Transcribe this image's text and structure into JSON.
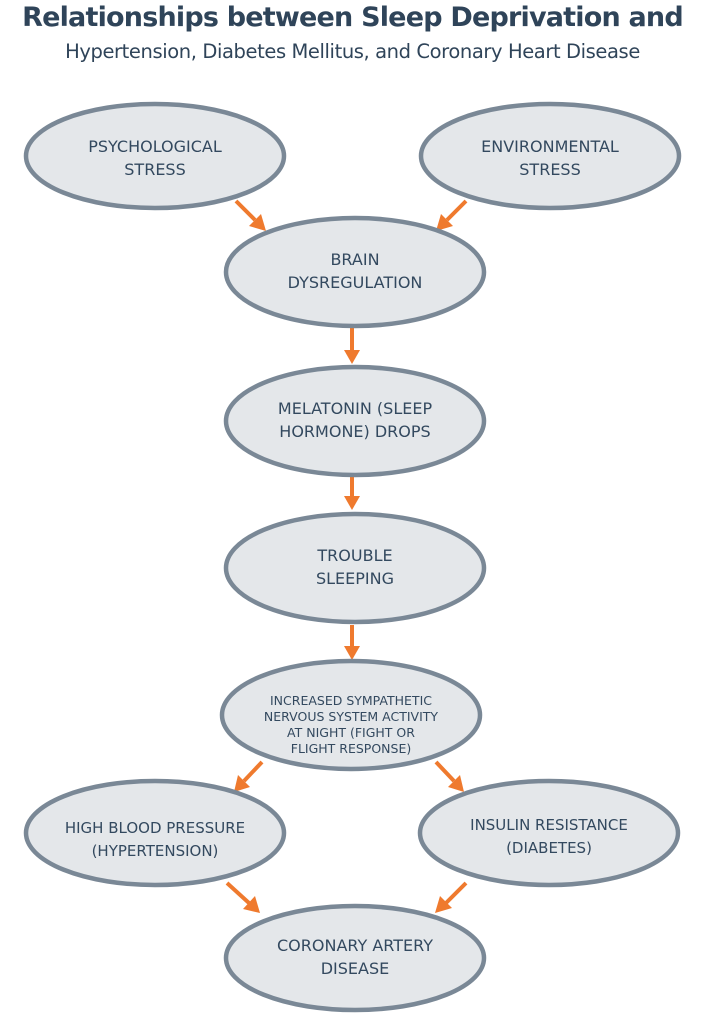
{
  "header": {
    "title": "Relationships between Sleep Deprivation and",
    "subtitle": "Hypertension, Diabetes Mellitus, and Coronary Heart Disease"
  },
  "nodes": {
    "psych": [
      "PSYCHOLOGICAL",
      "STRESS"
    ],
    "env": [
      "ENVIRONMENTAL",
      "STRESS"
    ],
    "brain": [
      "BRAIN",
      "DYSREGULATION"
    ],
    "melatonin": [
      "MELATONIN (SLEEP",
      "HORMONE) DROPS"
    ],
    "trouble": [
      "TROUBLE",
      "SLEEPING"
    ],
    "sympathetic": [
      "INCREASED SYMPATHETIC",
      "NERVOUS SYSTEM ACTIVITY",
      "AT NIGHT (FIGHT OR",
      "FLIGHT RESPONSE)"
    ],
    "hbp": [
      "HIGH BLOOD PRESSURE",
      "(HYPERTENSION)"
    ],
    "insulin": [
      "INSULIN RESISTANCE",
      "(DIABETES)"
    ],
    "cad": [
      "CORONARY ARTERY",
      "DISEASE"
    ]
  },
  "colors": {
    "node_fill": "#e4e7ea",
    "node_stroke": "#7a8896",
    "text": "#33495f",
    "arrow": "#ef7a2e",
    "title": "#2f4459"
  },
  "edges": [
    [
      "psych",
      "brain"
    ],
    [
      "env",
      "brain"
    ],
    [
      "brain",
      "melatonin"
    ],
    [
      "melatonin",
      "trouble"
    ],
    [
      "trouble",
      "sympathetic"
    ],
    [
      "sympathetic",
      "hbp"
    ],
    [
      "sympathetic",
      "insulin"
    ],
    [
      "hbp",
      "cad"
    ],
    [
      "insulin",
      "cad"
    ]
  ]
}
